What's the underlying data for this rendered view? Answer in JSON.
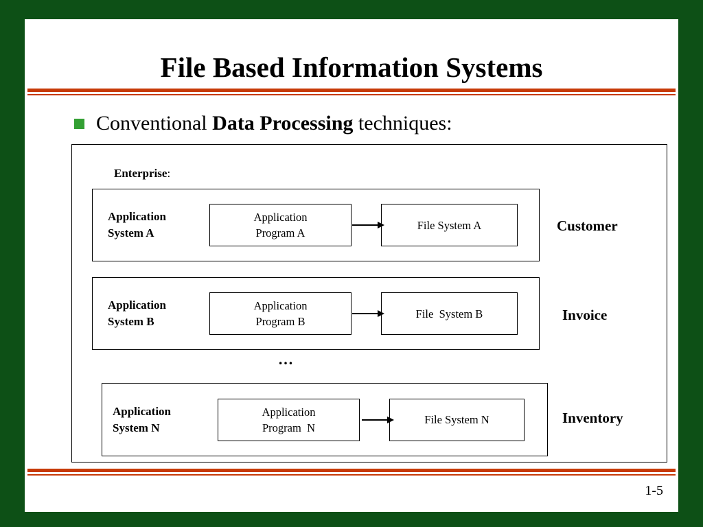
{
  "slide": {
    "title": "File Based Information Systems",
    "bullet": {
      "pre": "Conventional ",
      "bold": "Data Processing",
      "post": " techniques:"
    },
    "page_number": "1-5"
  },
  "diagram": {
    "enterprise_bold": "Enterprise",
    "enterprise_rest": ":",
    "ellipsis": "…",
    "rows": [
      {
        "system": "Application\nSystem A",
        "program": "Application\nProgram A",
        "file": "File System A",
        "category": "Customer"
      },
      {
        "system": "Application\nSystem B",
        "program": "Application\nProgram B",
        "file": "File  System B",
        "category": "Invoice"
      },
      {
        "system": "Application\nSystem N",
        "program": "Application\nProgram  N",
        "file": "File System N",
        "category": "Inventory"
      }
    ]
  },
  "colors": {
    "frame_green": "#0d5016",
    "accent_red": "#c73a08",
    "bullet_green": "#33a033"
  }
}
